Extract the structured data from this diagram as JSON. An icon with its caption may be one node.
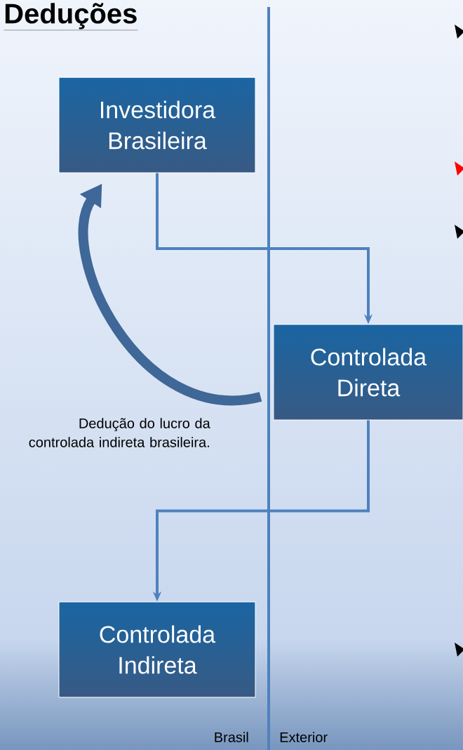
{
  "diagram": {
    "title": "Deduções",
    "nodes": [
      {
        "text": [
          "Investidora Brasileira"
        ]
      },
      {
        "text": [
          "Controlada Direta"
        ]
      },
      {
        "text": [
          "Controlada Indireta"
        ]
      }
    ],
    "edges": [
      {
        "from": 0,
        "to": 1,
        "arrow": "to"
      },
      {
        "from": 1,
        "to": 2,
        "arrow": "to"
      },
      {
        "from": 1,
        "to": 0,
        "arrow": "to",
        "style": "thick"
      }
    ],
    "labels": [
      "Dedução do lucro da controlada indireta brasileira.",
      "Brasil",
      "Exterior"
    ]
  }
}
